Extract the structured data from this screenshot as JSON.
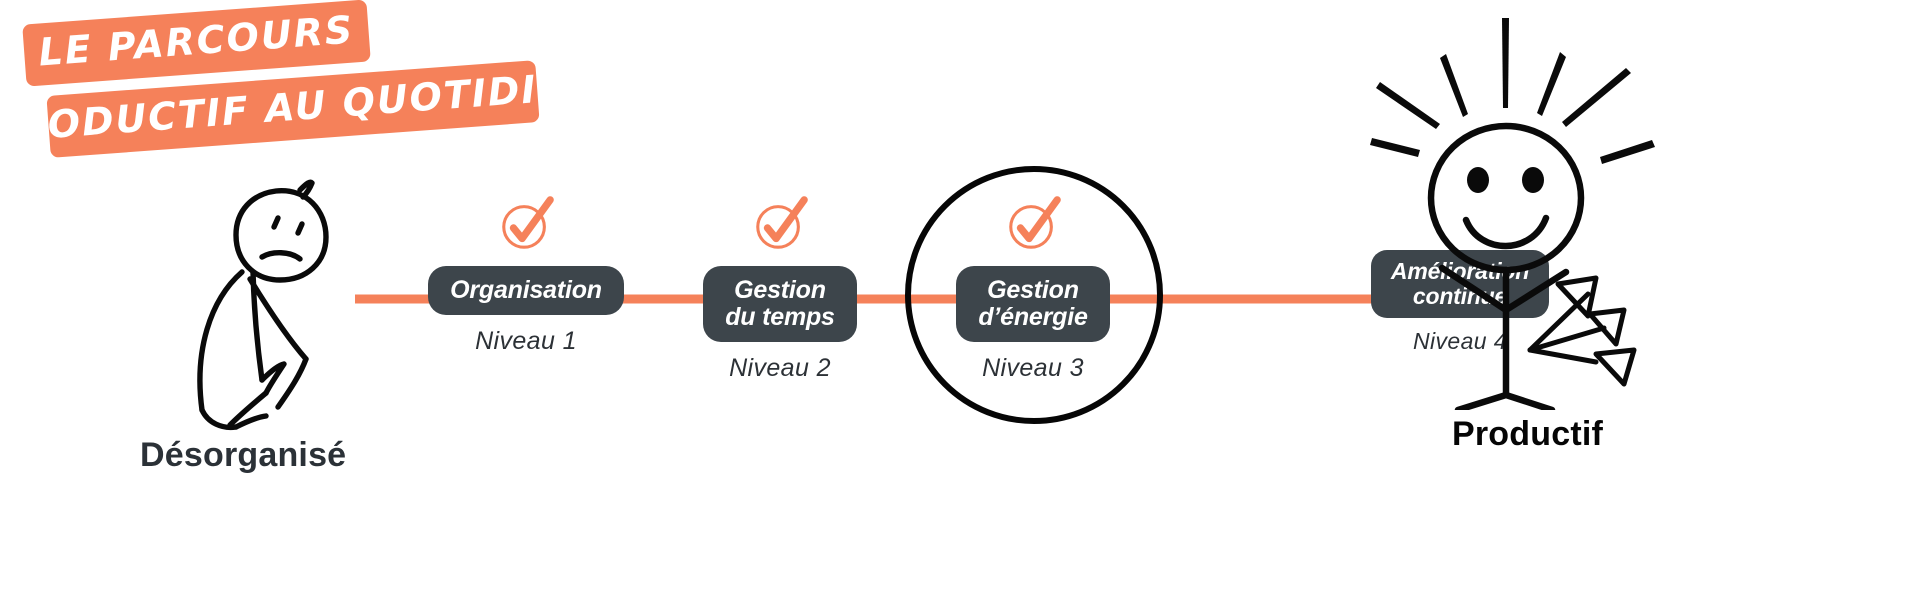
{
  "title": {
    "line1": "Le Parcours",
    "line2": "Productif au Quotidien",
    "banner_color": "#f5815a",
    "text_color": "#ffffff"
  },
  "colors": {
    "accent_orange": "#f5815a",
    "pill_dark": "#3d454b",
    "text_dark": "#2b3137",
    "ring_black": "#060606",
    "background": "#ffffff"
  },
  "flow": {
    "line_color": "#f5815a",
    "arrow_direction": "right",
    "steps": [
      {
        "check_icon": "check-circle-icon",
        "label": "Organisation",
        "level": "Niveau 1",
        "highlighted": false
      },
      {
        "check_icon": "check-circle-icon",
        "label": "Gestion\ndu temps",
        "level": "Niveau 2",
        "highlighted": false
      },
      {
        "check_icon": "check-circle-icon",
        "label": "Gestion\nd’énergie",
        "level": "Niveau 3",
        "highlighted": true
      },
      {
        "check_icon": null,
        "label": "Amélioration\ncontinue",
        "level": "Niveau 4",
        "highlighted": false
      }
    ]
  },
  "figures": {
    "left": {
      "icon": "sad-crouching-stick-figure",
      "caption": "Désorganisé",
      "mood": "sad"
    },
    "right": {
      "icon": "happy-stick-figure-with-rays",
      "caption": "Productif",
      "mood": "happy",
      "decoration": "arrow-cluster-icon"
    }
  }
}
